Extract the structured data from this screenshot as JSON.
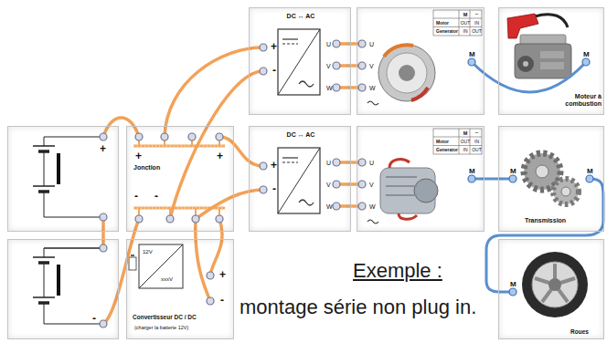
{
  "diagram": {
    "nodes": [
      {
        "text": [
          "DC ↔ AC",
          "+",
          "-",
          "U",
          "V",
          "W"
        ]
      },
      {
        "text": [
          "M",
          "~",
          "Motor",
          "OUT",
          "IN",
          "Generator",
          "IN",
          "OUT",
          "U",
          "V",
          "W",
          "M"
        ]
      },
      {
        "text": [
          "M",
          "Moteur à combustion"
        ]
      },
      {
        "text": [
          "+"
        ]
      },
      {
        "text": [
          "+",
          "Jonction",
          "+",
          "-",
          "-"
        ]
      },
      {
        "text": [
          "DC ↔ AC",
          "+",
          "-",
          "U",
          "V",
          "W"
        ]
      },
      {
        "text": [
          "M",
          "~",
          "Motor",
          "OUT",
          "IN",
          "Generator",
          "IN",
          "OUT",
          "U",
          "V",
          "W",
          "M"
        ]
      },
      {
        "text": [
          "M",
          "M",
          "Transmission"
        ]
      },
      {
        "text": [
          "-"
        ]
      },
      {
        "text": [
          "12V",
          "xxxV",
          "+",
          "-",
          "Convertisseur DC / DC",
          "(charger la batterie 12V)"
        ]
      },
      {
        "text": [
          "M",
          "Roues"
        ]
      }
    ],
    "edges": [
      {
        "from": 3,
        "to": 4,
        "arrow": "none"
      },
      {
        "from": 3,
        "to": 8,
        "arrow": "none"
      },
      {
        "from": 8,
        "to": 4,
        "arrow": "none"
      },
      {
        "from": 4,
        "to": 0,
        "arrow": "none"
      },
      {
        "from": 4,
        "to": 0,
        "arrow": "none"
      },
      {
        "from": 4,
        "to": 5,
        "arrow": "none"
      },
      {
        "from": 4,
        "to": 5,
        "arrow": "none"
      },
      {
        "from": 4,
        "to": 9,
        "arrow": "none"
      },
      {
        "from": 4,
        "to": 9,
        "arrow": "none"
      },
      {
        "from": 0,
        "to": 1,
        "arrow": "none"
      },
      {
        "from": 0,
        "to": 1,
        "arrow": "none"
      },
      {
        "from": 0,
        "to": 1,
        "arrow": "none"
      },
      {
        "from": 5,
        "to": 6,
        "arrow": "none"
      },
      {
        "from": 5,
        "to": 6,
        "arrow": "none"
      },
      {
        "from": 5,
        "to": 6,
        "arrow": "none"
      },
      {
        "from": 1,
        "to": 2,
        "arrow": "none"
      },
      {
        "from": 6,
        "to": 7,
        "arrow": "none"
      },
      {
        "from": 7,
        "to": 10,
        "arrow": "none"
      }
    ],
    "labels": [
      "Exemple :",
      "montage série non plug in."
    ]
  }
}
